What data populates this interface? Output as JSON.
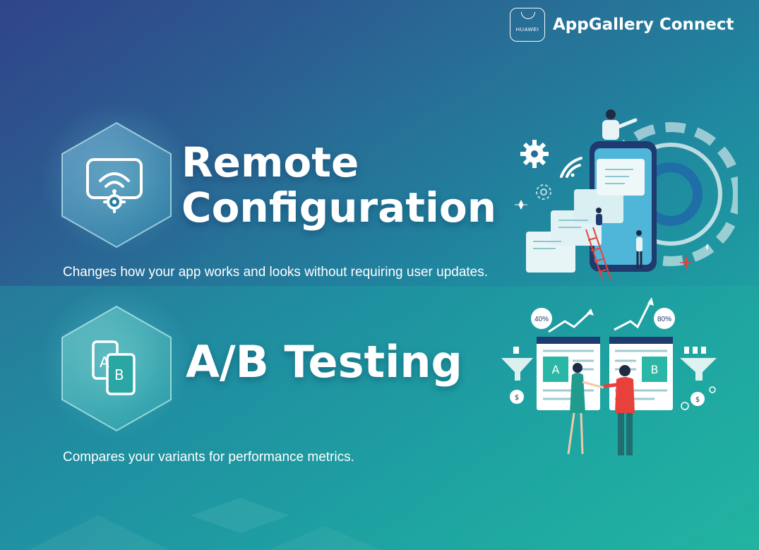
{
  "brand": {
    "logo_text": "HUAWEI",
    "product": "AppGallery Connect"
  },
  "remote_config": {
    "title_line1": "Remote",
    "title_line2": "Configuration",
    "description": "Changes how your app works and looks without requiring user updates.",
    "icon": "wifi-screen-gear-icon"
  },
  "ab_testing": {
    "title": "A/B Testing",
    "description": "Compares your variants for performance metrics.",
    "icon": "ab-cards-icon",
    "variant_a": "A",
    "variant_b": "B",
    "metric_a": "40%",
    "metric_b": "80%",
    "currency_symbol": "$"
  },
  "colors": {
    "accent_red": "#e8413c",
    "accent_teal": "#2bb7a6",
    "navy": "#1f3a6e",
    "card_white": "#ffffff"
  }
}
